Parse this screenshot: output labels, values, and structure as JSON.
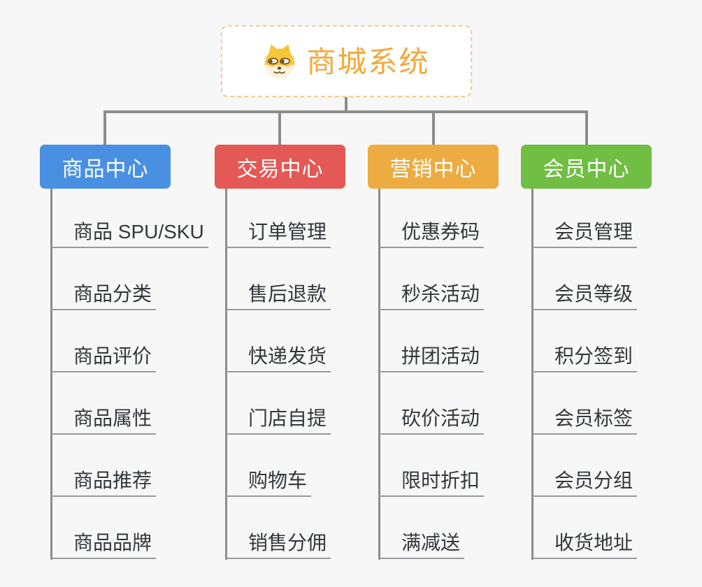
{
  "diagram": {
    "root": {
      "title": "商城系统",
      "icon": "shiba-dog-icon"
    },
    "branches": [
      {
        "id": "product-center",
        "label": "商品中心",
        "color": "#4a90e2",
        "items": [
          "商品 SPU/SKU",
          "商品分类",
          "商品评价",
          "商品属性",
          "商品推荐",
          "商品品牌"
        ]
      },
      {
        "id": "trade-center",
        "label": "交易中心",
        "color": "#e45955",
        "items": [
          "订单管理",
          "售后退款",
          "快递发货",
          "门店自提",
          "购物车",
          "销售分佣"
        ]
      },
      {
        "id": "marketing-center",
        "label": "营销中心",
        "color": "#edac41",
        "items": [
          "优惠券码",
          "秒杀活动",
          "拼团活动",
          "砍价活动",
          "限时折扣",
          "满减送"
        ]
      },
      {
        "id": "member-center",
        "label": "会员中心",
        "color": "#70be44",
        "items": [
          "会员管理",
          "会员等级",
          "积分签到",
          "会员标签",
          "会员分组",
          "收货地址"
        ]
      }
    ]
  },
  "colors": {
    "background": "#f7f7f7",
    "connector_line": "#8c8c8c",
    "root_border": "#f3cd92",
    "root_title": "#f2a93d",
    "leaf_text": "#33373c",
    "leaf_underline": "#9a9a9a"
  }
}
